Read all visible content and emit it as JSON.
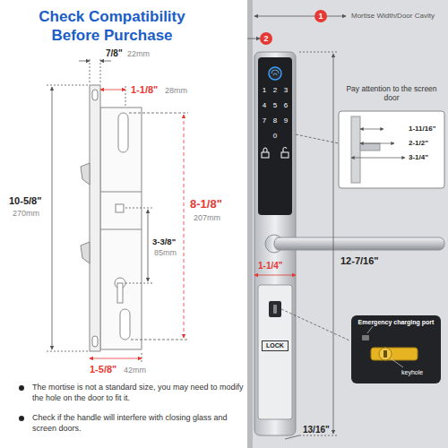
{
  "diagram": {
    "title": "Check Compatibility Before Purchase",
    "nodes": [
      {
        "text": [
          "1"
        ]
      },
      {
        "text": [
          "2"
        ]
      },
      {
        "text": [
          "Pay attention to the screen door",
          "1-11/16\"",
          "2-1/2\"",
          "3-1/4\""
        ]
      },
      {
        "text": [
          "Emergency charging port",
          "keyhole"
        ]
      },
      {
        "text": [
          "LOCK"
        ]
      }
    ],
    "labels": [
      "7/8\"",
      "22mm",
      "1-1/8\"",
      "28mm",
      "10-5/8\"",
      "270mm",
      "8-1/8\"",
      "207mm",
      "3-3/8\"",
      "85mm",
      "1-5/8\"",
      "42mm",
      "Mortise Width/Door Cavity",
      "12-7/16\"",
      "1-1/4\"",
      "13/16\"",
      "The mortise is not a standard size, you may need to modify the hole on the door to fit it.",
      "Check if the handle will interfere with closing glass and screen doors.",
      "1",
      "2",
      "3",
      "4",
      "5",
      "6",
      "7",
      "8",
      "9",
      "0"
    ]
  }
}
